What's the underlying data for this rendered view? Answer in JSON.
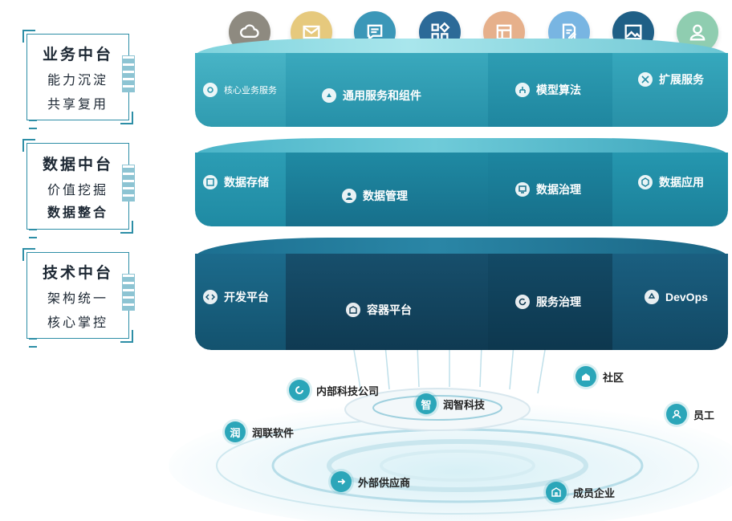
{
  "top_icons": [
    {
      "name": "cloud-icon",
      "color": "#8e8a80"
    },
    {
      "name": "mail-icon",
      "color": "#e6c97d"
    },
    {
      "name": "message-icon",
      "color": "#3b97b8"
    },
    {
      "name": "apps-icon",
      "color": "#2c6a98"
    },
    {
      "name": "layout-icon",
      "color": "#e6b08b"
    },
    {
      "name": "edit-doc-icon",
      "color": "#78b5e2"
    },
    {
      "name": "image-icon",
      "color": "#1f5f86"
    },
    {
      "name": "user-icon",
      "color": "#8fcdb0"
    }
  ],
  "side_labels": [
    {
      "title": "业务中台",
      "line1": "能力沉淀",
      "line2": "共享复用"
    },
    {
      "title": "数据中台",
      "line1": "价值挖掘",
      "line2": "数据整合"
    },
    {
      "title": "技术中台",
      "line1": "架构统一",
      "line2": "核心掌控"
    }
  ],
  "layers": {
    "business": {
      "segments": [
        {
          "label": "核心业务服务",
          "icon": "gear-icon"
        },
        {
          "label": "通用服务和组件",
          "icon": "component-icon"
        },
        {
          "label": "模型算法",
          "icon": "hierarchy-icon"
        },
        {
          "label": "扩展服务",
          "icon": "expand-icon"
        }
      ]
    },
    "data": {
      "segments": [
        {
          "label": "数据存储",
          "icon": "storage-icon"
        },
        {
          "label": "数据管理",
          "icon": "person-icon"
        },
        {
          "label": "数据治理",
          "icon": "monitor-icon"
        },
        {
          "label": "数据应用",
          "icon": "cube-icon"
        }
      ]
    },
    "tech": {
      "segments": [
        {
          "label": "开发平台",
          "icon": "code-icon"
        },
        {
          "label": "容器平台",
          "icon": "building-icon"
        },
        {
          "label": "服务治理",
          "icon": "refresh-icon"
        },
        {
          "label": "DevOps",
          "icon": "recycle-icon"
        }
      ]
    }
  },
  "nodes": [
    {
      "label": "内部科技公司",
      "badge": ""
    },
    {
      "label": "社区",
      "badge": ""
    },
    {
      "label": "润智科技",
      "badge": "智"
    },
    {
      "label": "员工",
      "badge": ""
    },
    {
      "label": "润联软件",
      "badge": "润"
    },
    {
      "label": "外部供应商",
      "badge": ""
    },
    {
      "label": "成员企业",
      "badge": ""
    }
  ]
}
